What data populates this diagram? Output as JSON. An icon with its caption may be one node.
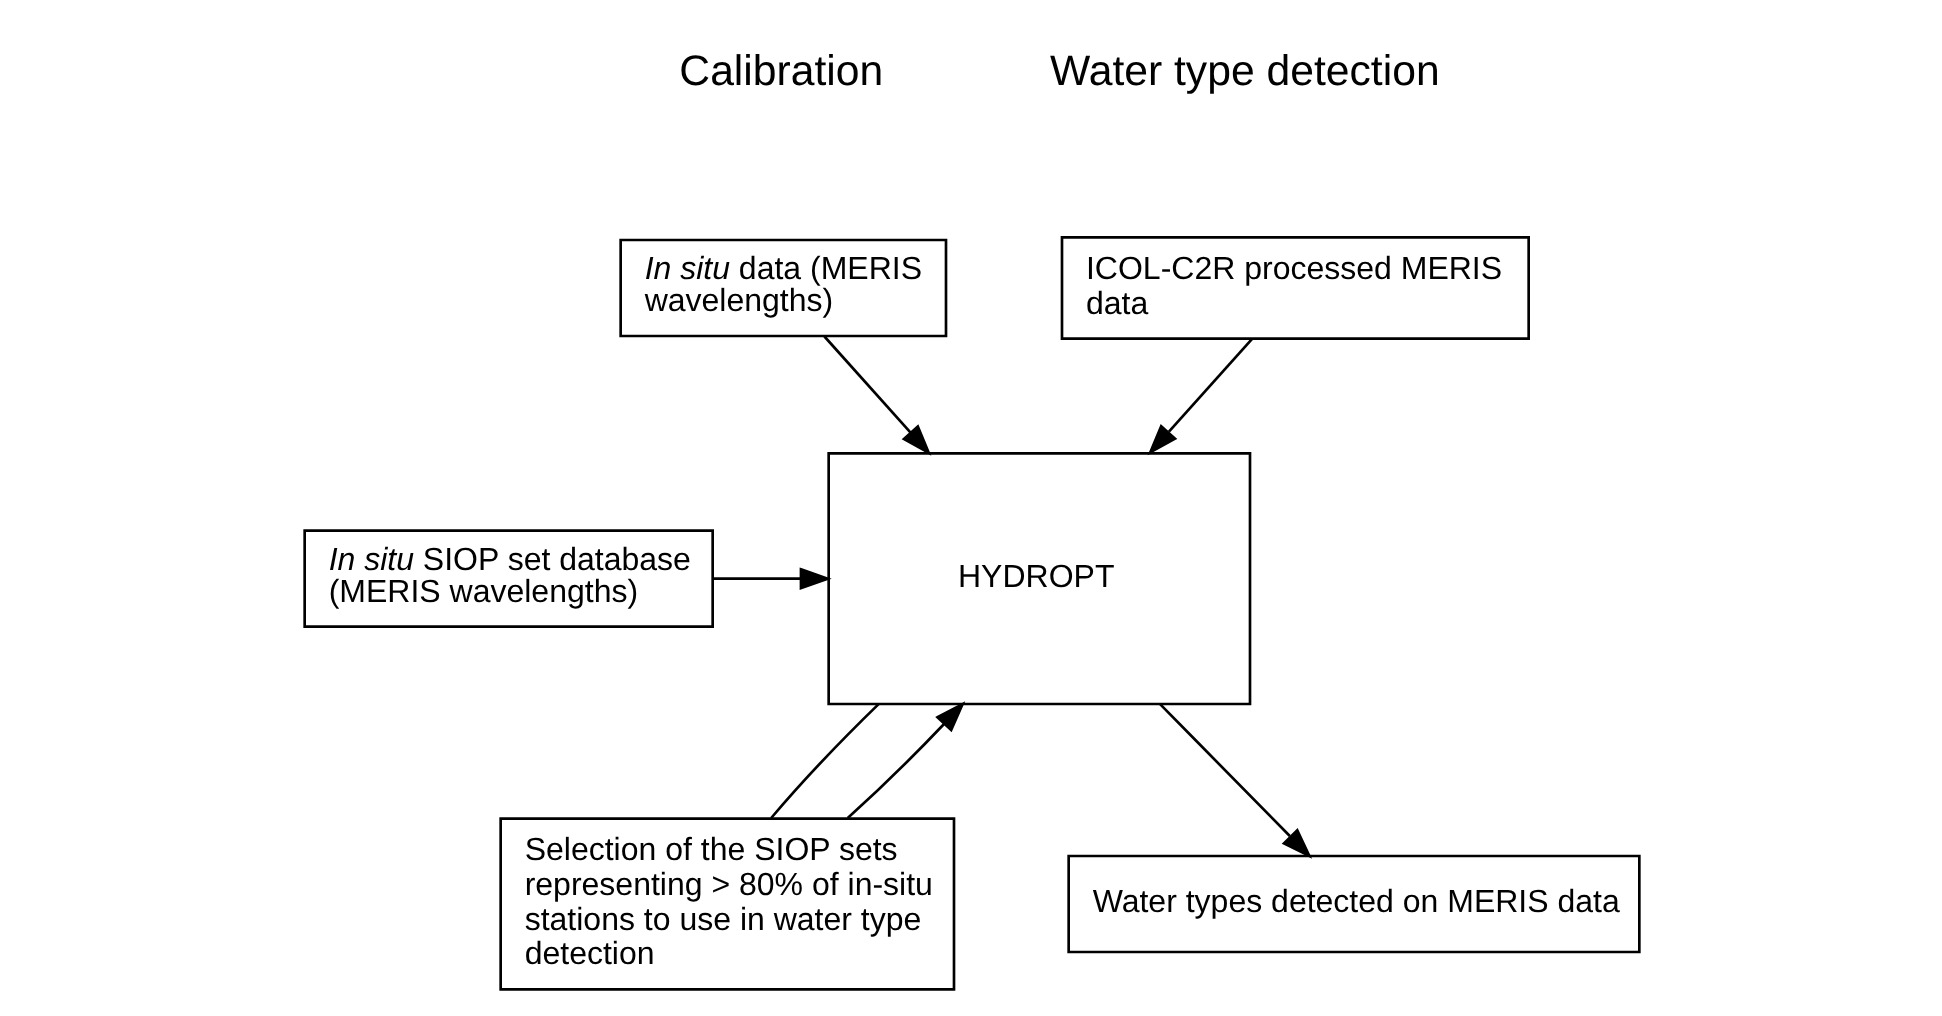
{
  "diagram": {
    "nodes": [
      {
        "text": [
          "*In situ* data (MERIS wavelengths)"
        ]
      },
      {
        "text": [
          "ICOL-C2R processed MERIS data"
        ]
      },
      {
        "text": [
          "*In situ* SIOP set database (MERIS wavelengths)"
        ]
      },
      {
        "text": [
          "HYDROPT"
        ]
      },
      {
        "text": [
          "Selection of the SIOP sets representing > 80% of in-situ stations to use in water type detection"
        ]
      },
      {
        "text": [
          "Water types detected on MERIS data"
        ]
      }
    ],
    "edges": [
      {
        "from": 0,
        "to": 3,
        "arrow": "to"
      },
      {
        "from": 1,
        "to": 3,
        "arrow": "to"
      },
      {
        "from": 2,
        "to": 3,
        "arrow": "to"
      },
      {
        "from": 3,
        "to": 4,
        "arrow": "none"
      },
      {
        "from": 4,
        "to": 3,
        "arrow": "to"
      },
      {
        "from": 3,
        "to": 5,
        "arrow": "to"
      }
    ],
    "labels": [
      "Calibration",
      "Water type detection"
    ]
  }
}
